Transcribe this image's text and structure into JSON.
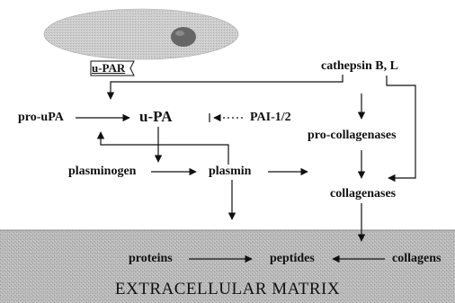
{
  "receptor_label": "u-PAR",
  "nodes": {
    "cathepsin": "cathepsin B, L",
    "pro_upa": "pro-uPA",
    "upa": "u-PA",
    "pai": "PAI-1/2",
    "pro_collagenases": "pro-collagenases",
    "plasminogen": "plasminogen",
    "plasmin": "plasmin",
    "collagenases": "collagenases",
    "proteins": "proteins",
    "peptides": "peptides",
    "collagens": "collagens"
  },
  "matrix_label": "EXTRACELLULAR MATRIX",
  "colors": {
    "cell": "#c8c8c8",
    "nucleus": "#6e6e6e",
    "matrix": "#b4b4b4",
    "ink": "#111111"
  }
}
